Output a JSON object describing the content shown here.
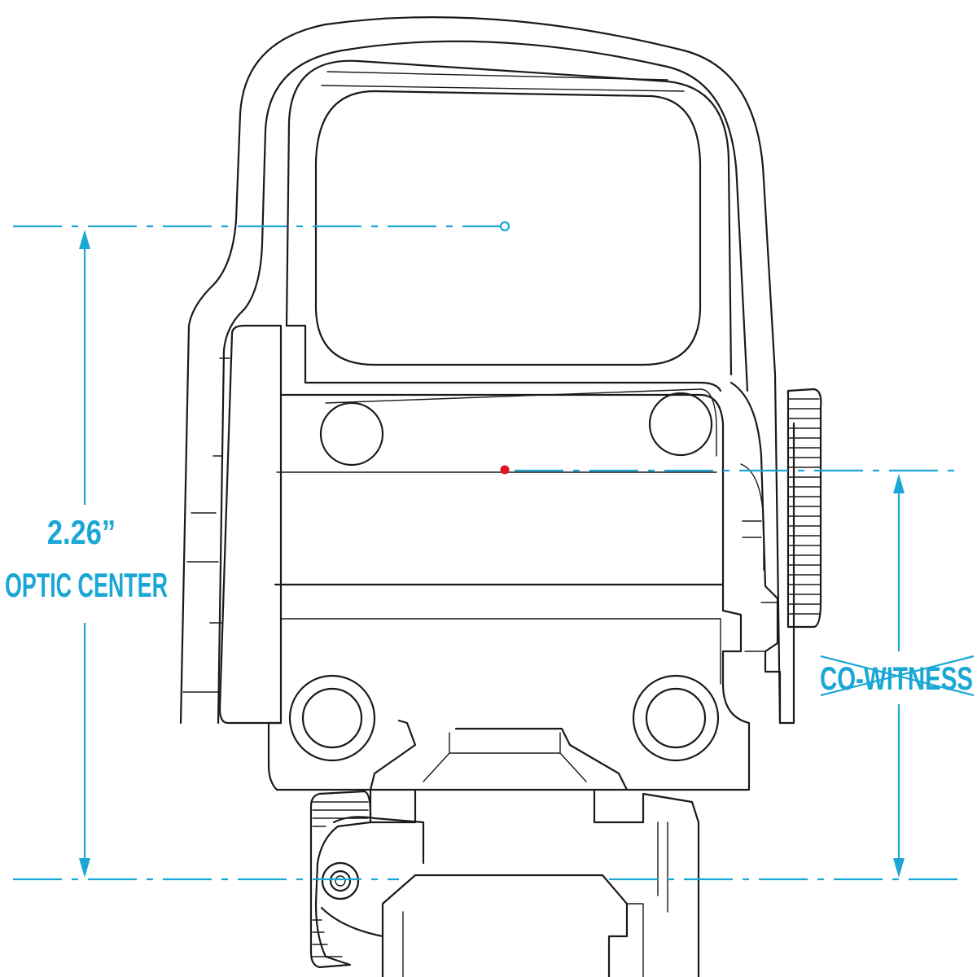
{
  "dimension": {
    "value": "2.26”",
    "label": "OPTIC CENTER"
  },
  "callout": {
    "text": "CO-WITNESS",
    "struck_through": true
  },
  "colors": {
    "dimension_lines": "#1aa7d6",
    "drawing": "#1a1a1a",
    "dot_center": "#e0141e"
  }
}
